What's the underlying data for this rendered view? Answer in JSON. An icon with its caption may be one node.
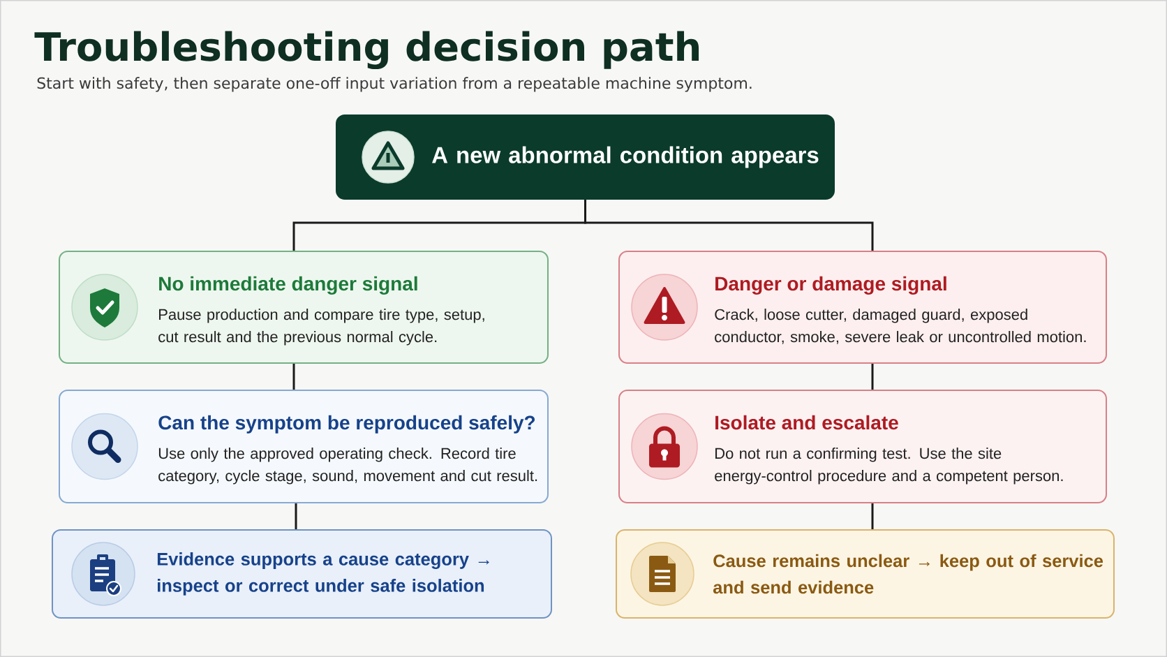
{
  "diagram": {
    "title": "Troubleshooting decision path",
    "nodes": [
      {
        "text": [
          "A new abnormal condition appears"
        ]
      },
      {
        "text": [
          "No immediate danger signal",
          "Pause production and compare tire type, setup, cut result and the previous normal cycle."
        ]
      },
      {
        "text": [
          "Can the symptom be reproduced safely?",
          "Use only the approved operating check. Record tire category, cycle stage, sound, movement and cut result."
        ]
      },
      {
        "text": [
          "Evidence supports a cause category → inspect or correct under safe isolation"
        ]
      },
      {
        "text": [
          "Danger or damage signal",
          "Crack, loose cutter, damaged guard, exposed conductor, smoke, severe leak or uncontrolled motion."
        ]
      },
      {
        "text": [
          "Isolate and escalate",
          "Do not run a confirming test. Use the site energy-control procedure and a competent person."
        ]
      },
      {
        "text": [
          "Cause remains unclear → keep out of service and send evidence"
        ]
      }
    ],
    "edges": [
      {
        "from": 0,
        "to": 1,
        "arrow": "none"
      },
      {
        "from": 0,
        "to": 4,
        "arrow": "none"
      },
      {
        "from": 1,
        "to": 2,
        "arrow": "none"
      },
      {
        "from": 2,
        "to": 3,
        "arrow": "none"
      },
      {
        "from": 4,
        "to": 5,
        "arrow": "none"
      },
      {
        "from": 5,
        "to": 6,
        "arrow": "none"
      }
    ],
    "labels": [
      "Start with safety, then separate one-off input variation from a repeatable machine symptom."
    ]
  }
}
